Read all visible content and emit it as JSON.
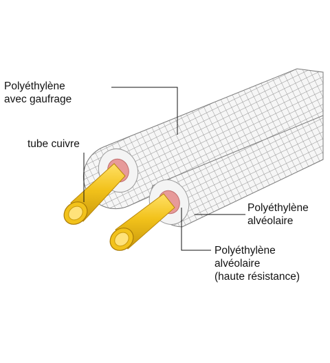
{
  "labels": {
    "polyethylene_embossed": [
      "Polyéthylène",
      "avec gaufrage"
    ],
    "copper_tube": [
      "tube cuivre"
    ],
    "polyethylene_cellular": [
      "Polyéthylène",
      "alvéolaire"
    ],
    "polyethylene_cellular_hr": [
      "Polyéthylène",
      "alvéolaire",
      "(haute résistance)"
    ]
  },
  "colors": {
    "copper_tube": "#f2c21b",
    "copper_tube_dark": "#c9990c",
    "inner_layer": "#e79a9a",
    "foam_layer": "#f4f4f4",
    "mesh_line": "#8e8e8e",
    "leader_line": "#111111"
  }
}
